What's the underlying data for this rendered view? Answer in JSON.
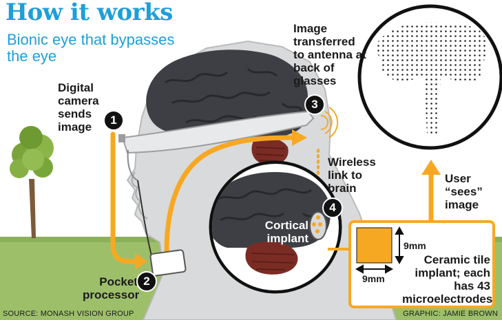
{
  "title": "How it works",
  "subtitle": "Bionic eye that bypasses the eye",
  "steps": [
    {
      "number": "1",
      "label": "Digital camera sends image"
    },
    {
      "number": "2",
      "label": "Pocket processor"
    },
    {
      "number": "3",
      "label": "Image transferred to antenna at back of glasses"
    },
    {
      "number": "4",
      "label": "Wireless link to brain"
    }
  ],
  "implant_label": "Cortical implant",
  "user_sees_label": "User “sees” image",
  "tile": {
    "height_label": "9mm",
    "width_label": "9mm",
    "description": "Ceramic tile implant; each has 43 microelectrodes"
  },
  "source": "SOURCE: MONASH VISION GROUP",
  "credit": "GRAPHIC: JAMIE BROWN",
  "colors": {
    "accent": "#f7a823",
    "title_blue": "#1d9fd8",
    "brain": "#3d3f44",
    "head": "#d9dadb"
  }
}
